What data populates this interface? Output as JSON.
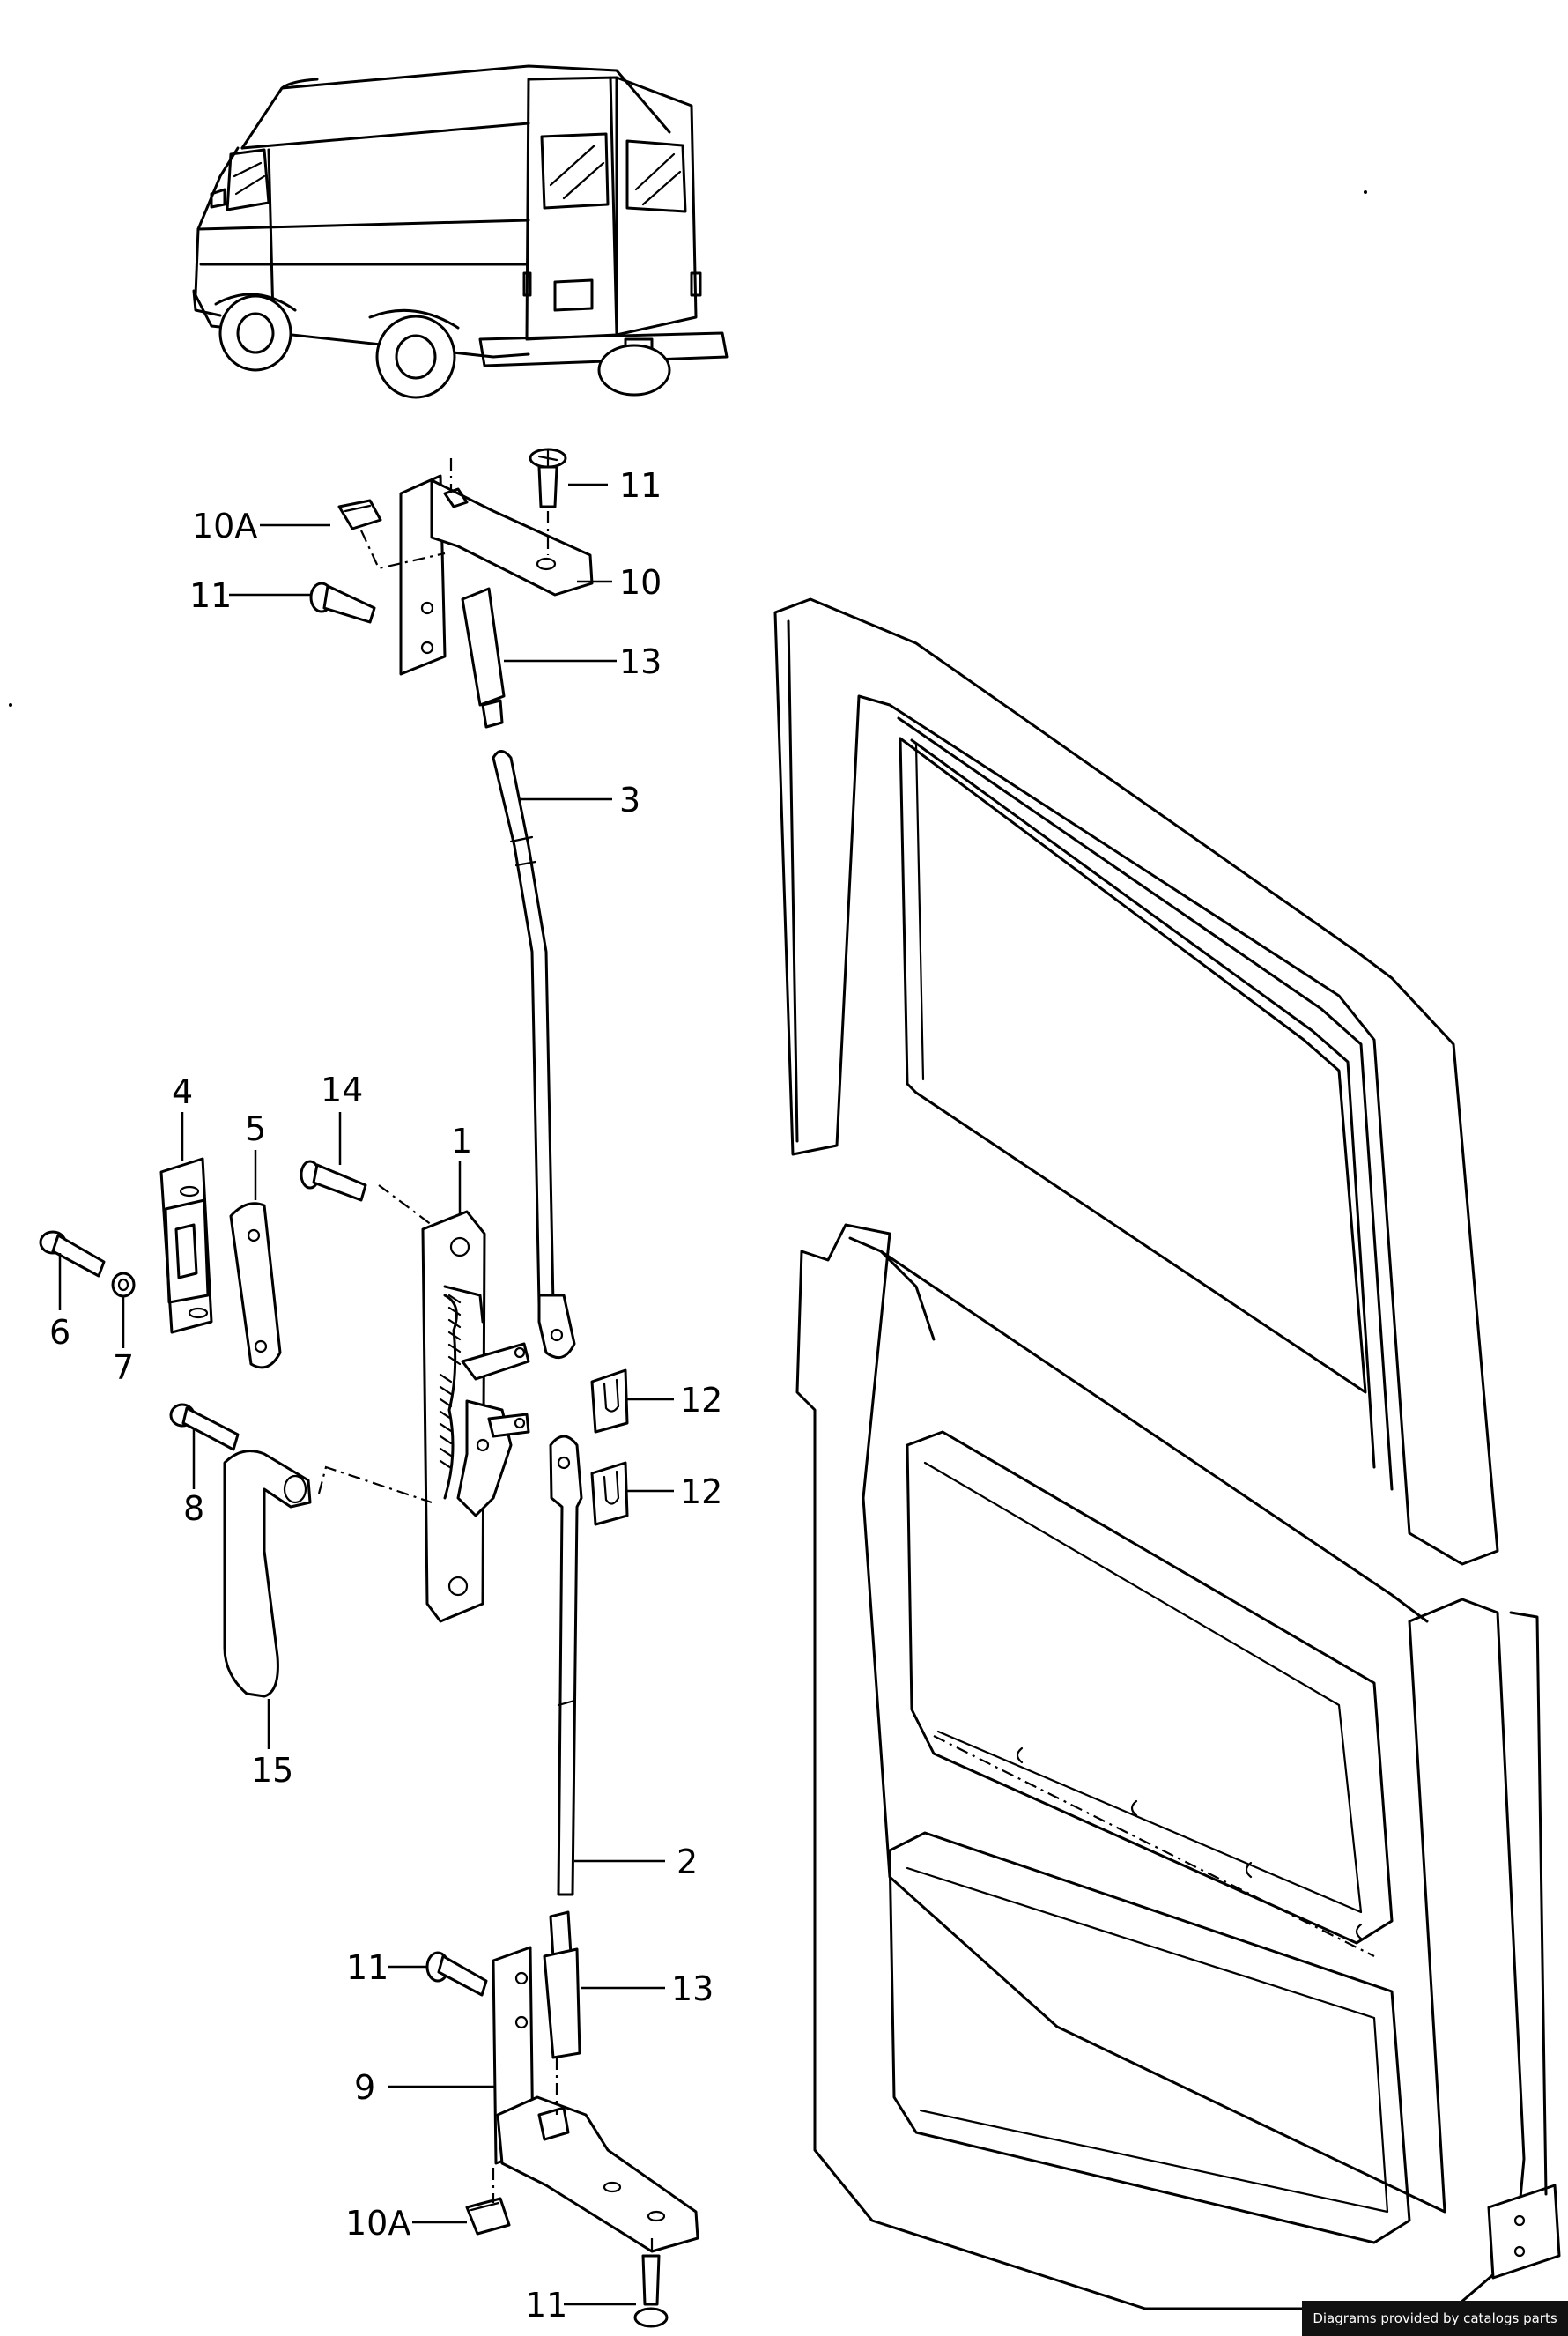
{
  "labels": {
    "part_11_top": "11",
    "part_10a_top": "10A",
    "part_11_upper_left": "11",
    "part_10": "10",
    "part_13_top": "13",
    "part_3": "3",
    "part_4": "4",
    "part_5": "5",
    "part_14": "14",
    "part_1": "1",
    "part_6": "6",
    "part_7": "7",
    "part_12_upper": "12",
    "part_12_lower": "12",
    "part_8": "8",
    "part_15": "15",
    "part_2": "2",
    "part_11_lower_left": "11",
    "part_13_bottom": "13",
    "part_9": "9",
    "part_10a_bottom": "10A",
    "part_11_bottom": "11"
  },
  "credit": "Diagrams provided by catalogs parts"
}
